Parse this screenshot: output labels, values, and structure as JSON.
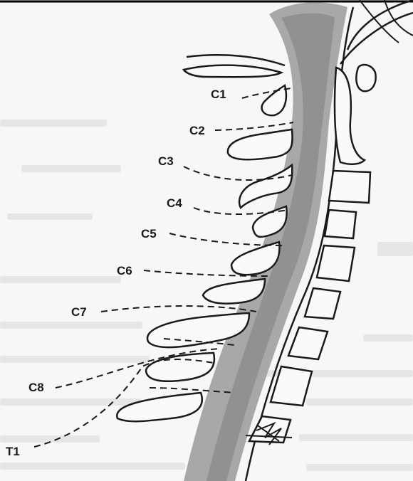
{
  "diagram": {
    "labels": {
      "c1": "C1",
      "c2": "C2",
      "c3": "C3",
      "c4": "C4",
      "c5": "C5",
      "c6": "C6",
      "c7": "C7",
      "c8": "C8",
      "t1": "T1"
    },
    "colors": {
      "outline": "#1a1a1a",
      "cord": "#9a9a9a",
      "background": "#f7f7f7"
    }
  }
}
